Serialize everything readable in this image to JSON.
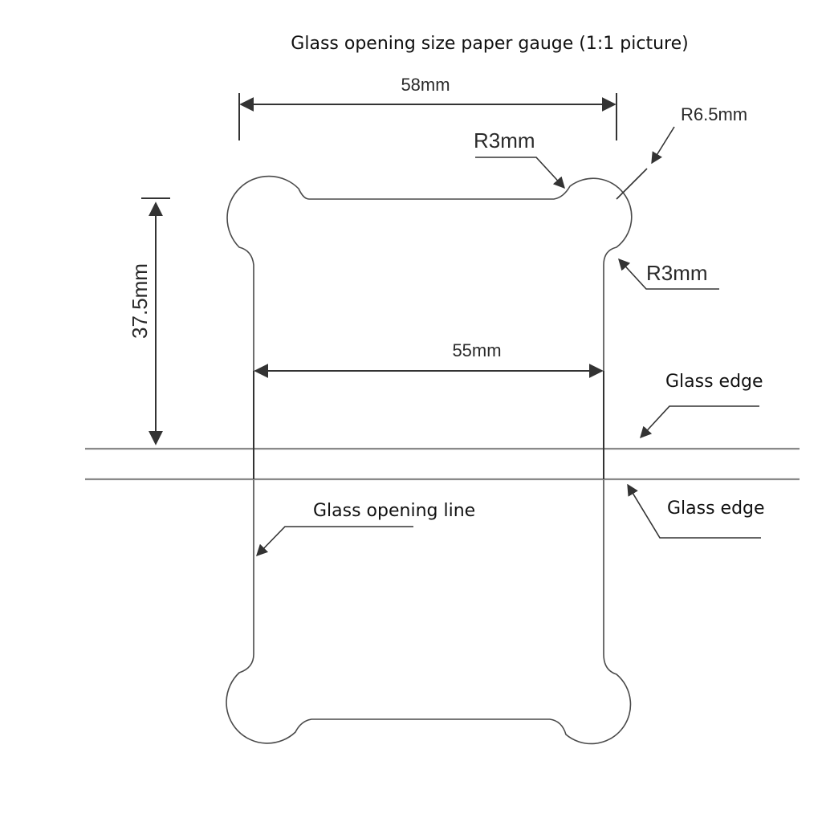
{
  "title": "Glass opening size paper gauge (1:1 picture)",
  "dimensions": {
    "top_width": "58mm",
    "inner_width": "55mm",
    "height": "37.5mm",
    "radius_large": "R6.5mm",
    "radius_top_notch": "R3mm",
    "radius_side_corner": "R3mm"
  },
  "labels": {
    "glass_edge_upper": "Glass edge",
    "glass_edge_lower": "Glass edge",
    "glass_opening_line": "Glass opening line"
  },
  "colors": {
    "outline": "#4a4a4a",
    "edge_line": "#8a8a8a",
    "text": "#111111"
  }
}
